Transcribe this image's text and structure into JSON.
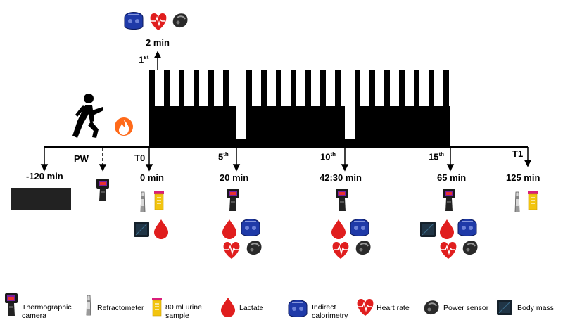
{
  "timeline": {
    "pw": "PW",
    "t0": "T0",
    "t1": "T1",
    "first": "1",
    "first_sup": "st",
    "fifth": "5",
    "fifth_sup": "th",
    "tenth": "10",
    "tenth_sup": "th",
    "fifteenth": "15",
    "fifteenth_sup": "th",
    "two_min": "2 min",
    "times": [
      "-120 min",
      "0 min",
      "20 min",
      "42:30 min",
      "65 min",
      "125 min"
    ]
  },
  "legend": {
    "camera": "Thermographic camera",
    "refractometer": "Refractometer",
    "urine": "80 ml urine sample",
    "lactate": "Lactate",
    "calorimetry": "Indirect calorimetry",
    "heart": "Heart rate",
    "power": "Power sensor",
    "mass": "Body mass"
  },
  "colors": {
    "black": "#000000",
    "red": "#e01e1e",
    "blue": "#1f3aa8",
    "yellow": "#f2c40f",
    "orange": "#ff6a1a"
  }
}
